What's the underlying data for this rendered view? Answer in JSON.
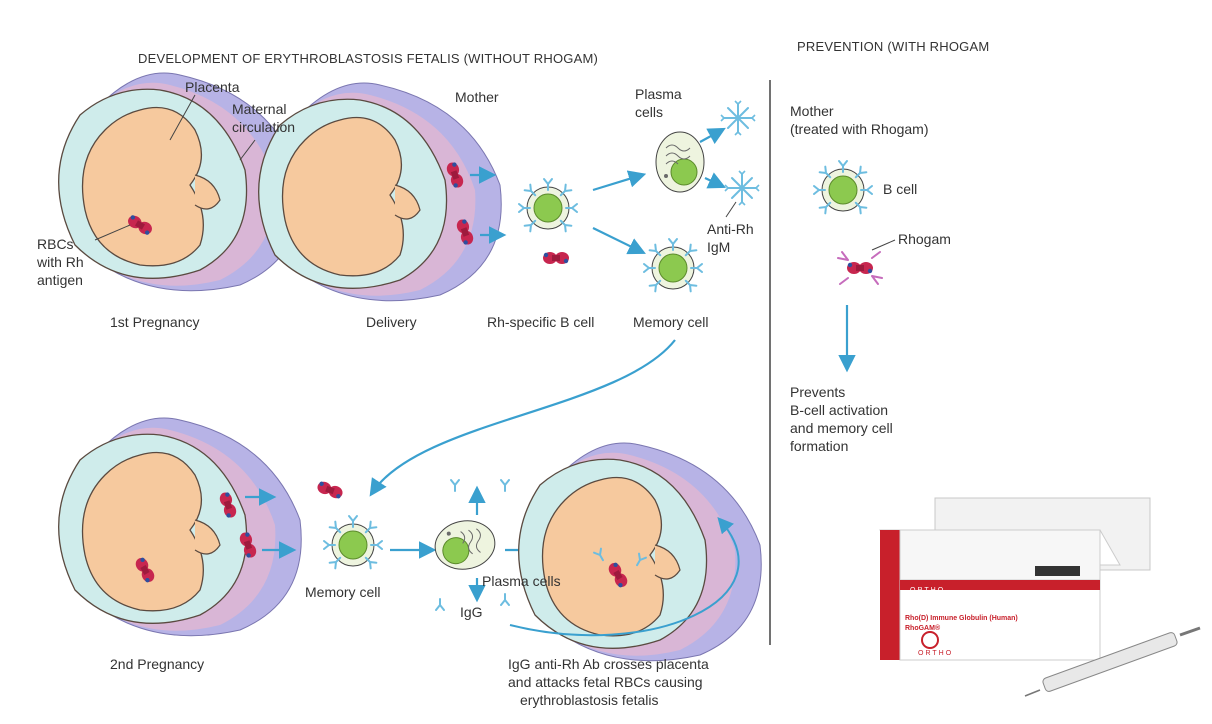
{
  "titles": {
    "left": "DEVELOPMENT OF ERYTHROBLASTOSIS FETALIS (WITHOUT RHOGAM)",
    "right": "PREVENTION (WITH RHOGAM"
  },
  "labels": {
    "placenta": "Placenta",
    "maternal_1": "Maternal",
    "maternal_2": "circulation",
    "rbcs_1": "RBCs",
    "rbcs_2": "with Rh",
    "rbcs_3": "antigen",
    "first_pregnancy": "1st Pregnancy",
    "mother": "Mother",
    "delivery": "Delivery",
    "plasma_1": "Plasma",
    "plasma_2": "cells",
    "anti_rh_1": "Anti-Rh",
    "anti_rh_2": "IgM",
    "b_cell_rh": "Rh-specific B cell",
    "memory_cell_top": "Memory cell",
    "memory_cell_bottom": "Memory cell",
    "plasma_cells_bottom": "Plasma cells",
    "igg": "IgG",
    "second_pregnancy": "2nd Pregnancy",
    "crosses_1": "IgG anti-Rh Ab crosses placenta",
    "crosses_2": "and attacks fetal RBCs causing",
    "crosses_3": "erythroblastosis fetalis",
    "mother_treated_1": "Mother",
    "mother_treated_2": "(treated with Rhogam)",
    "b_cell": "B cell",
    "rhogam": "Rhogam",
    "prevents_1": "Prevents",
    "prevents_2": "B-cell activation",
    "prevents_3": "and memory cell",
    "prevents_4": "formation"
  },
  "box": {
    "brand": "ORTHO",
    "product_1": "Rho(D) Immune Globulin (Human)",
    "product_2": "RhoGAM®"
  },
  "colors": {
    "arrow": "#3aa0cf",
    "fetus": "#f6c99e",
    "fetus_outline": "#5a4a40",
    "amniotic": "#cfeceb",
    "placenta": "#d9b6d6",
    "maternal": "#b7b3e6",
    "rbc": "#c7264f",
    "cell_fill": "#8cc94f",
    "cell_outer": "#eef4df",
    "receptor": "#6dbde0",
    "rhogam": "#c66cbc",
    "box_red": "#c8202b"
  }
}
